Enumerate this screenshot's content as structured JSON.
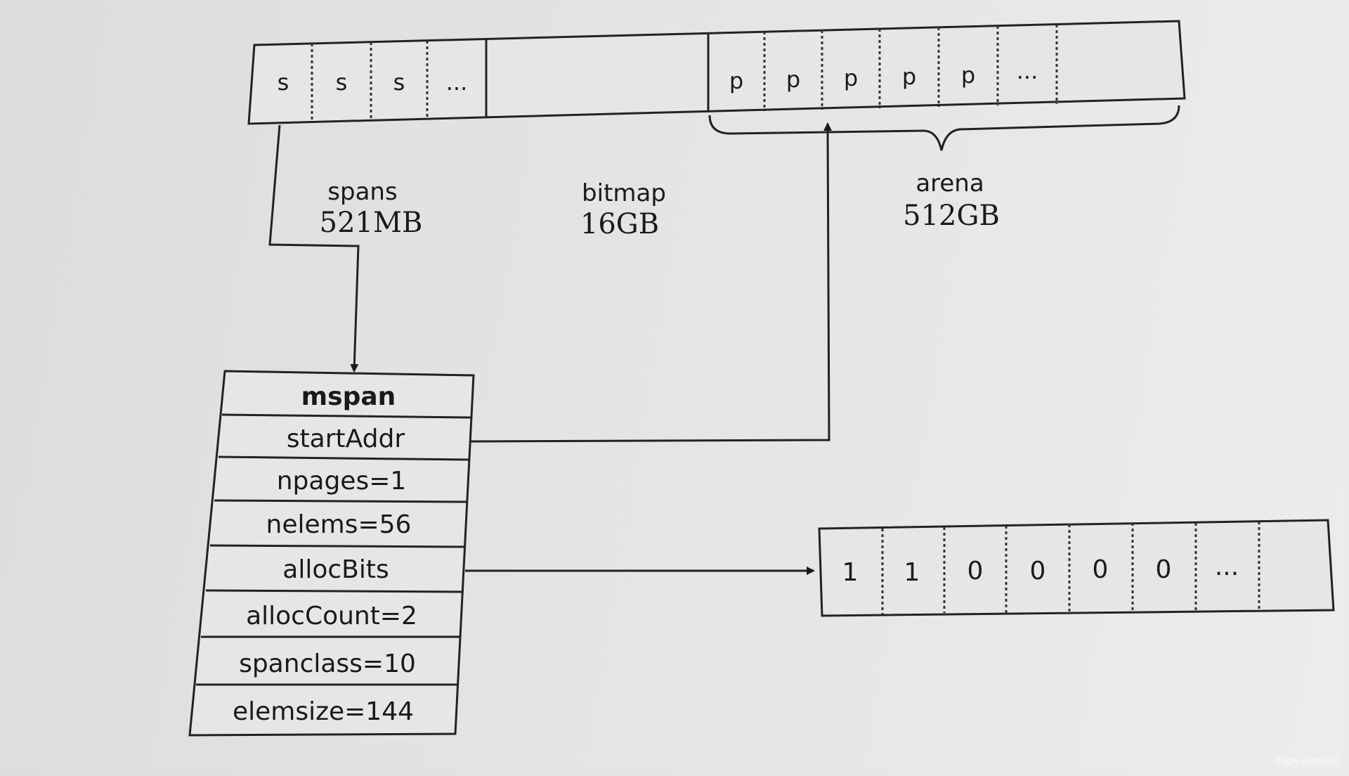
{
  "memory_layout": {
    "spans_cells": [
      "s",
      "s",
      "s",
      "..."
    ],
    "arena_cells": [
      "p",
      "p",
      "p",
      "p",
      "p",
      "..."
    ],
    "regions": [
      {
        "name": "spans",
        "size": "521MB"
      },
      {
        "name": "bitmap",
        "size": "16GB"
      },
      {
        "name": "arena",
        "size": "512GB"
      }
    ]
  },
  "mspan": {
    "title": "mspan",
    "fields": [
      "startAddr",
      "npages=1",
      "nelems=56",
      "allocBits",
      "allocCount=2",
      "spanclass=10",
      "elemsize=144"
    ]
  },
  "alloc_bits": [
    "1",
    "1",
    "0",
    "0",
    "0",
    "0",
    "..."
  ],
  "watermark": "CSDN @paidx0"
}
